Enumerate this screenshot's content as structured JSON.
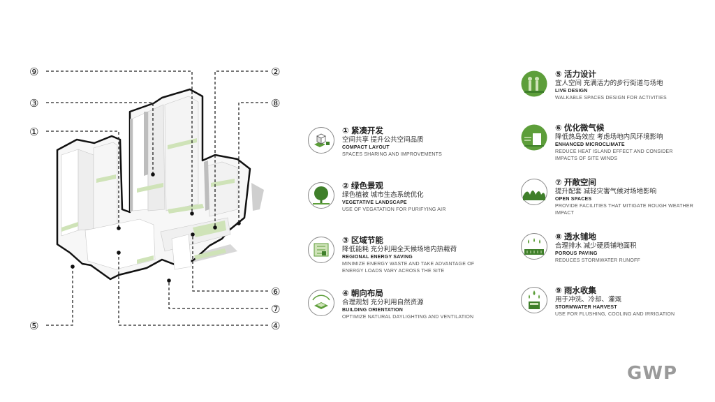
{
  "callouts": [
    "⑨",
    "③",
    "①",
    "⑤",
    "②",
    "⑧",
    "⑥",
    "⑦",
    "④"
  ],
  "items": [
    {
      "zh_title": "① 紧凑开发",
      "zh_sub": "空间共享  提升公共空间品质",
      "en_title": "COMPACT LAYOUT",
      "en_desc": "SPACES SHARING AND IMPROVEMENTS",
      "icon": "compact-layout-icon"
    },
    {
      "zh_title": "② 绿色景观",
      "zh_sub": "绿色植被  城市生态系统优化",
      "en_title": "VEGETATIVE LANDSCAPE",
      "en_desc": "USE OF VEGATATION FOR PURIFYING AIR",
      "icon": "tree-icon"
    },
    {
      "zh_title": "③ 区域节能",
      "zh_sub": "降低能耗  充分利用全天候场地内热载荷",
      "en_title": "REGIONAL ENERGY SAVING",
      "en_desc": "MINIMIZE ENERGY WASTE AND TAKE ADVANTAGE OF ENERGY LOADS VARY ACROSS THE SITE",
      "icon": "energy-saving-icon"
    },
    {
      "zh_title": "④ 朝向布局",
      "zh_sub": "合理规划  充分利用自然资源",
      "en_title": "BUILDING ORIENTATION",
      "en_desc": "OPTIMIZE NATURAL DAYLIGHTING AND VENTILATION",
      "icon": "building-orientation-icon"
    },
    {
      "zh_title": "⑤ 活力设计",
      "zh_sub": "宜人空间  充满活力的步行街道与场地",
      "en_title": "LIVE DESIGN",
      "en_desc": "WALKABLE SPACES DESIGN FOR ACTIVITIES",
      "icon": "people-icon"
    },
    {
      "zh_title": "⑥ 优化微气候",
      "zh_sub": "降低热岛效应  考虑场地内风环境影响",
      "en_title": "ENHANCED MICROCLIMATE",
      "en_desc": "REDUCE HEAT ISLAND EFFECT AND CONSIDER IMPACTS OF SITE WINDS",
      "icon": "microclimate-icon"
    },
    {
      "zh_title": "⑦ 开敞空间",
      "zh_sub": "提升配套  减轻灾害气候对场地影响",
      "en_title": "OPEN SPACES",
      "en_desc": "PROVIDE FACILITIES THAT MITIGATE ROUGH WEATHER IMPACT",
      "icon": "open-space-icon"
    },
    {
      "zh_title": "⑧ 透水铺地",
      "zh_sub": "合理排水  减少硬质铺地面积",
      "en_title": "POROUS PAVING",
      "en_desc": "REDUCES STORMWATER RUNOFF",
      "icon": "porous-paving-icon"
    },
    {
      "zh_title": "⑨ 雨水收集",
      "zh_sub": "用于冲洗、冷却、灌溉",
      "en_title": "STORMWATER HARVEST",
      "en_desc": "USE FOR FLUSHING, COOLING AND IRRIGATION",
      "icon": "rain-harvest-icon"
    }
  ],
  "colors": {
    "accent": "#5d9e3a",
    "accent_light": "#cfe3b8",
    "dark_green": "#3f7f2a",
    "line": "#222222"
  },
  "logo": "GWP"
}
